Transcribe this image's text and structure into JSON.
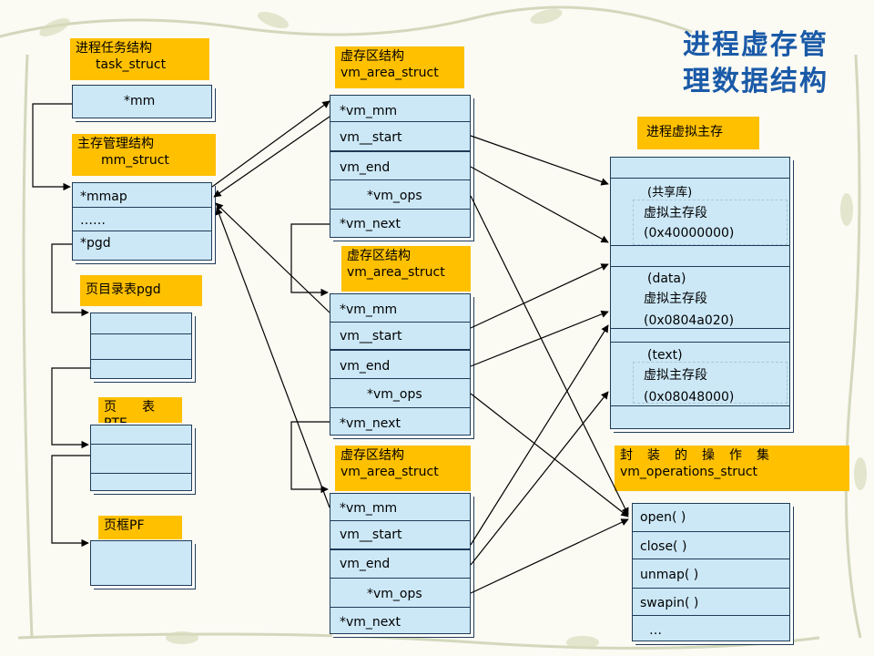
{
  "title": {
    "line1": "进程虚存管",
    "line2": "理数据结构"
  },
  "task_struct": {
    "label_cn": "进程任务结构",
    "label_en": "task_struct",
    "field": "*mm"
  },
  "mm_struct": {
    "label_cn": "主存管理结构",
    "label_en": "mm_struct",
    "fields": [
      "*mmap",
      "……",
      "*pgd"
    ]
  },
  "pgd": {
    "label": "页目录表pgd"
  },
  "pte": {
    "label": "页　　表",
    "label2": "PTE"
  },
  "pf": {
    "label": "页框PF"
  },
  "vm_areas": [
    {
      "label_cn": "虚存区结构",
      "label_en": "vm_area_struct",
      "fields": [
        "*vm_mm",
        "vm__start",
        "vm_end",
        "*vm_ops",
        "*vm_next"
      ]
    },
    {
      "label_cn": "虚存区结构",
      "label_en": "vm_area_struct",
      "fields": [
        "*vm_mm",
        "vm__start",
        "vm_end",
        "*vm_ops",
        "*vm_next"
      ]
    },
    {
      "label_cn": "虚存区结构",
      "label_en": "vm_area_struct",
      "fields": [
        "*vm_mm",
        "vm__start",
        "vm_end",
        "*vm_ops",
        "*vm_next"
      ]
    }
  ],
  "virtual_memory": {
    "label": "进程虚拟主存",
    "segments": [
      {
        "tag": "(共享库)",
        "name": "虚拟主存段",
        "addr": "(0x40000000)"
      },
      {
        "tag": "(data)",
        "name": "虚拟主存段",
        "addr": "(0x0804a020)"
      },
      {
        "tag": "(text)",
        "name": "虚拟主存段",
        "addr": "(0x08048000)"
      }
    ]
  },
  "vm_operations": {
    "label_cn": "封　装　的　操　作　集",
    "label_en": "vm_operations_struct",
    "ops": [
      "open( )",
      "close( )",
      "unmap( )",
      "swapin( )",
      "…"
    ]
  },
  "colors": {
    "label_bg": "#ffc000",
    "box_fill": "#cce8f7",
    "box_border": "#1f3b58",
    "title": "#1a5aa8"
  }
}
